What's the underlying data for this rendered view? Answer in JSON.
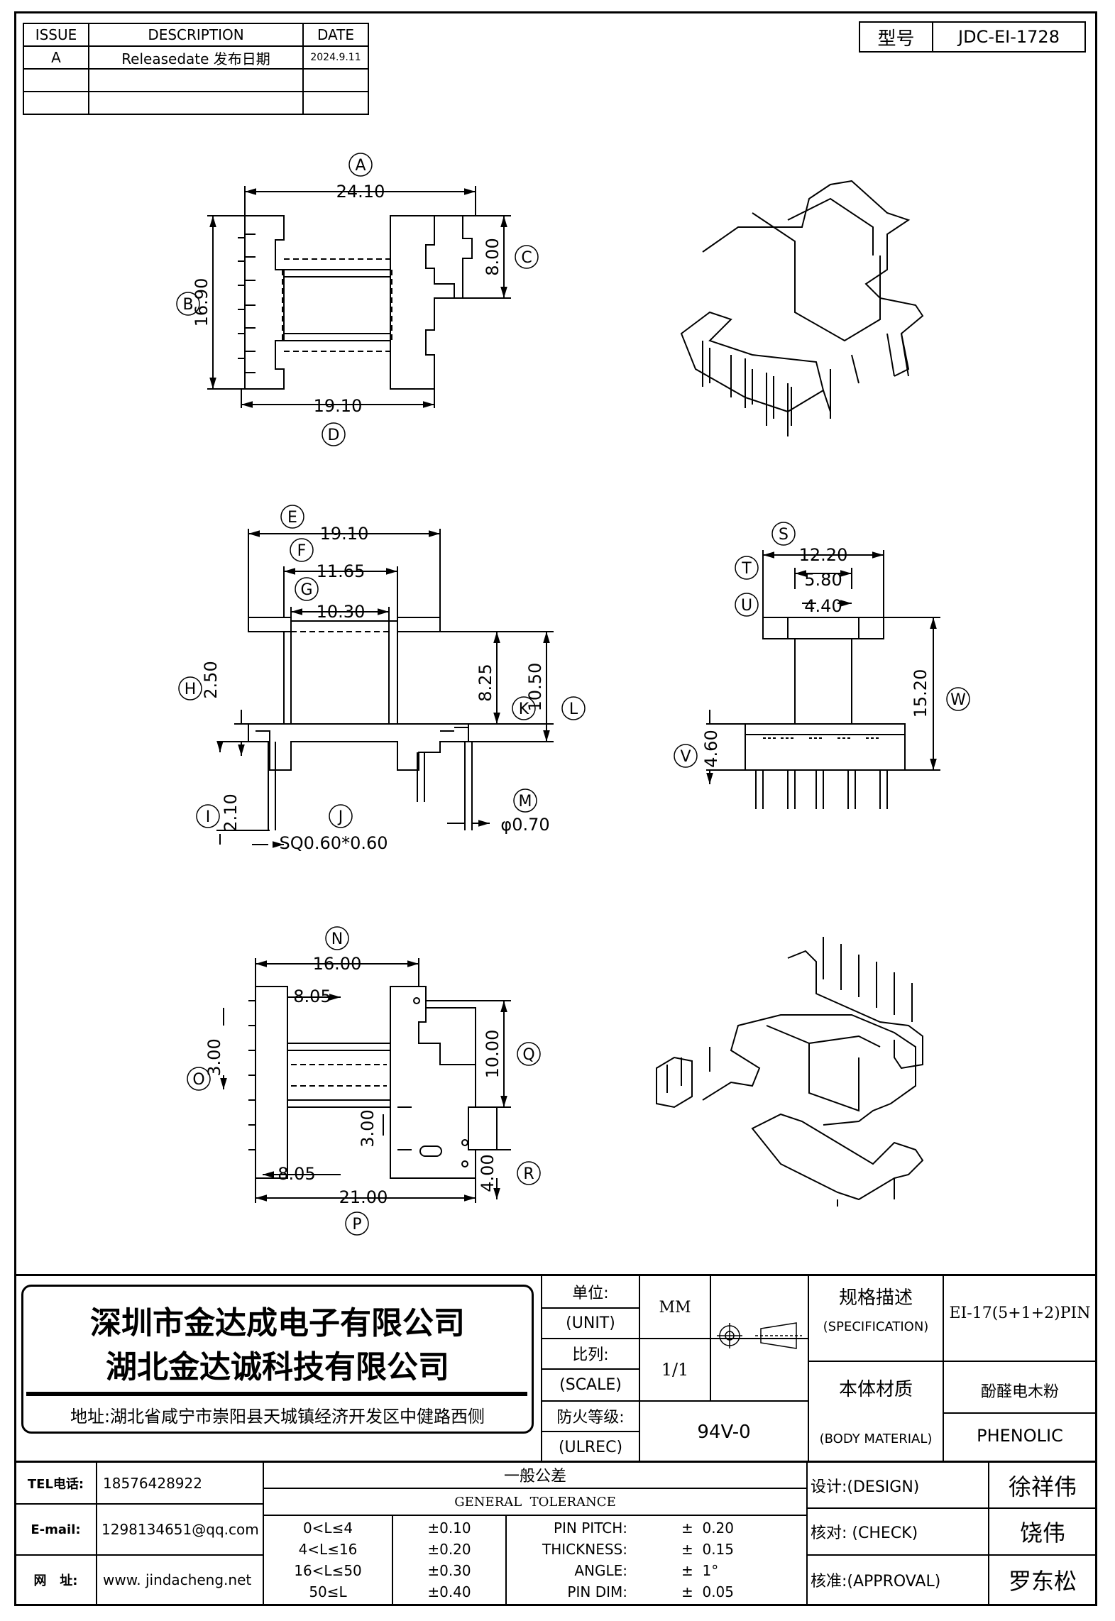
{
  "revision_table": {
    "headers": [
      "ISSUE",
      "DESCRIPTION",
      "DATE"
    ],
    "rows": [
      [
        "A",
        "Releasedate 发布日期",
        "2024.9.11"
      ],
      [
        "",
        "",
        ""
      ],
      [
        "",
        "",
        ""
      ]
    ]
  },
  "model": {
    "label": "型号",
    "value": "JDC-EI-1728"
  },
  "dimensions": {
    "A": "24.10",
    "B": "16.90",
    "C": "8.00",
    "D": "19.10",
    "E": "19.10",
    "F": "11.65",
    "G": "10.30",
    "H": "2.50",
    "I": "2.10",
    "J": "SQ0.60*0.60",
    "K": "8.25",
    "L": "10.50",
    "M": "φ0.70",
    "N": "16.00",
    "O": "3.00",
    "P": "21.00",
    "Q": "10.00",
    "R": "4.00",
    "S": "12.20",
    "T": "5.80",
    "U": "4.40",
    "V": "4.60",
    "W": "15.20",
    "bottom_805a": "8.05",
    "bottom_805b": "8.05",
    "bottom_300": "3.00"
  },
  "dimension_letters": [
    "A",
    "B",
    "C",
    "D",
    "E",
    "F",
    "G",
    "H",
    "I",
    "J",
    "K",
    "L",
    "M",
    "N",
    "O",
    "P",
    "Q",
    "R",
    "S",
    "T",
    "U",
    "V",
    "W"
  ],
  "company": {
    "name1": "深圳市金达成电子有限公司",
    "name2": "湖北金达诚科技有限公司",
    "address": "地址:湖北省咸宁市崇阳县天城镇经济开发区中健路西侧"
  },
  "title_block": {
    "unit_cn": "单位:",
    "unit_en": "(UNIT)",
    "unit_value": "MM",
    "scale_cn": "比列:",
    "scale_en": "(SCALE)",
    "scale_value": "1/1",
    "fire_cn": "防火等级:",
    "fire_en": "(ULREC)",
    "fire_value": "94V-0",
    "spec_cn": "规格描述",
    "spec_en": "(SPECIFICATION)",
    "spec_value": "EI-17(5+1+2)PIN",
    "material_cn": "本体材质",
    "material_en": "(BODY MATERIAL)",
    "material_value_cn": "酚醛电木粉",
    "material_value_en": "PHENOLIC"
  },
  "contact": {
    "tel_label": "TEL电话:",
    "tel": "18576428922",
    "email_label": "E-mail:",
    "email": "1298134651@qq.com",
    "web_label": "网   址:",
    "web": "www. jindacheng.net"
  },
  "tolerance": {
    "title_cn": "一般公差",
    "title_en": "GENERAL  TOLERANCE",
    "rows": [
      {
        "range": "0<L≤4",
        "tol": "±0.10",
        "name": "PIN PITCH:",
        "val": "±  0.20"
      },
      {
        "range": "4<L≤16",
        "tol": "±0.20",
        "name": "THICKNESS:",
        "val": "±  0.15"
      },
      {
        "range": "16<L≤50",
        "tol": "±0.30",
        "name": "ANGLE:",
        "val": "±  1°"
      },
      {
        "range": "50≤L",
        "tol": "±0.40",
        "name": "PIN DIM:",
        "val": "±  0.05"
      }
    ]
  },
  "approvals": {
    "design_label": "设计:(DESIGN)",
    "design_name": "徐祥伟",
    "check_label": "核对: (CHECK)",
    "check_name": "饶伟",
    "approval_label": "核准:(APPROVAL)",
    "approval_name": "罗东松"
  }
}
